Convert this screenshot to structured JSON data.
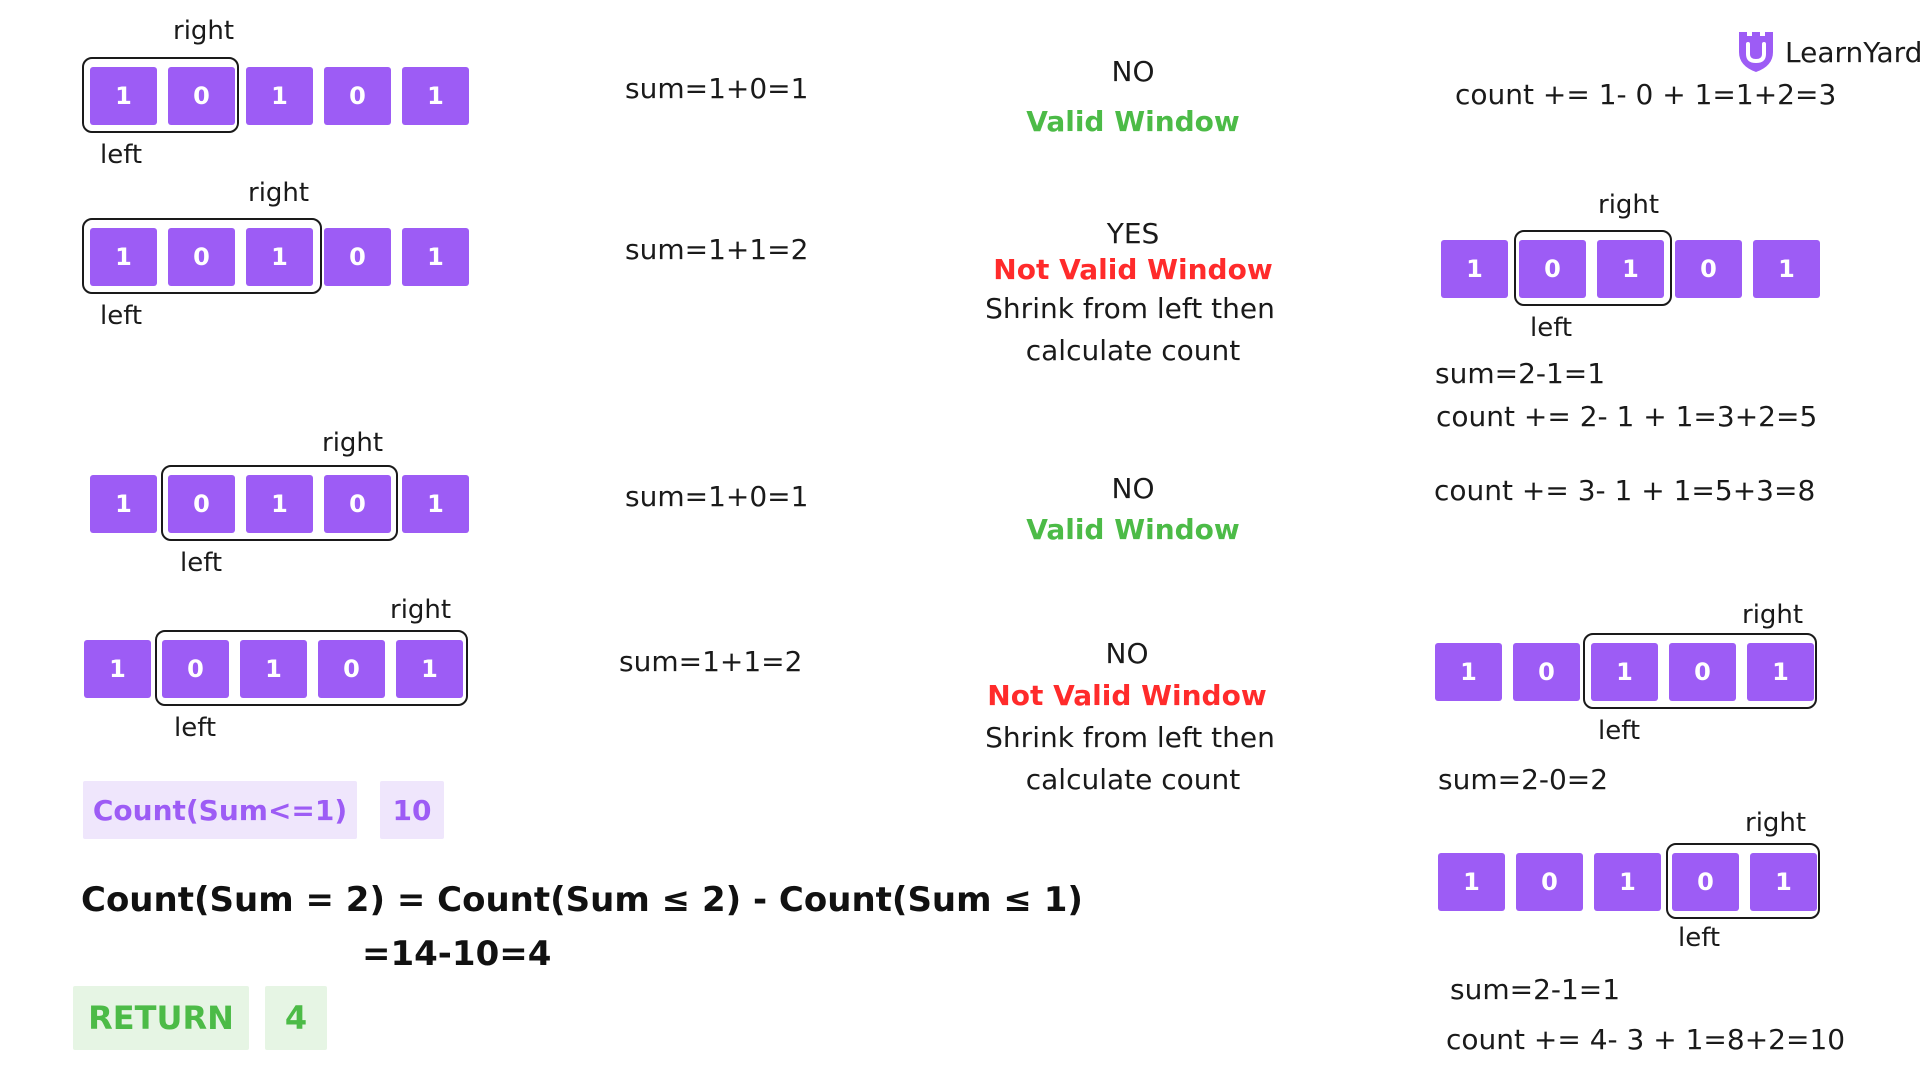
{
  "brand": {
    "name": "LearnYard"
  },
  "labels": {
    "left": "left",
    "right": "right"
  },
  "steps": [
    {
      "array": [
        "1",
        "0",
        "1",
        "0",
        "1"
      ],
      "sum": "sum=1+0=1",
      "verdict_top": "NO",
      "verdict": "Valid Window",
      "count": "count += 1- 0 + 1=1+2=3"
    },
    {
      "array": [
        "1",
        "0",
        "1",
        "0",
        "1"
      ],
      "sum": "sum=1+1=2",
      "verdict_top": "YES",
      "verdict": "Not Valid Window",
      "note_line1": "Shrink from left then",
      "note_line2": "calculate count",
      "shrunk_array": [
        "1",
        "0",
        "1",
        "0",
        "1"
      ],
      "shrunk_sum": "sum=2-1=1",
      "count": "count += 2- 1 + 1=3+2=5"
    },
    {
      "array": [
        "1",
        "0",
        "1",
        "0",
        "1"
      ],
      "sum": "sum=1+0=1",
      "verdict_top": "NO",
      "verdict": "Valid Window",
      "count": "count += 3- 1 + 1=5+3=8"
    },
    {
      "array": [
        "1",
        "0",
        "1",
        "0",
        "1"
      ],
      "sum": "sum=1+1=2",
      "verdict_top": "NO",
      "verdict": "Not Valid Window",
      "note_line1": "Shrink from left then",
      "note_line2": "calculate count",
      "shrunk_array_a": [
        "1",
        "0",
        "1",
        "0",
        "1"
      ],
      "shrunk_sum_a": "sum=2-0=2",
      "shrunk_array_b": [
        "1",
        "0",
        "1",
        "0",
        "1"
      ],
      "shrunk_sum_b": "sum=2-1=1",
      "count": "count += 4- 3 + 1=8+2=10"
    }
  ],
  "result": {
    "count_label": "Count(Sum<=1)",
    "count_value": "10",
    "formula_line1": "Count(Sum = 2) = Count(Sum ≤ 2) - Count(Sum ≤ 1)",
    "formula_line2": "=14-10=4",
    "return_label": "RETURN",
    "return_value": "4"
  },
  "colors": {
    "cell": "#9d5cf5",
    "valid": "#4cbb47",
    "invalid": "#ff2b2b",
    "chip_purple_bg": "#efe6fc",
    "chip_green_bg": "#e6f5e4"
  }
}
